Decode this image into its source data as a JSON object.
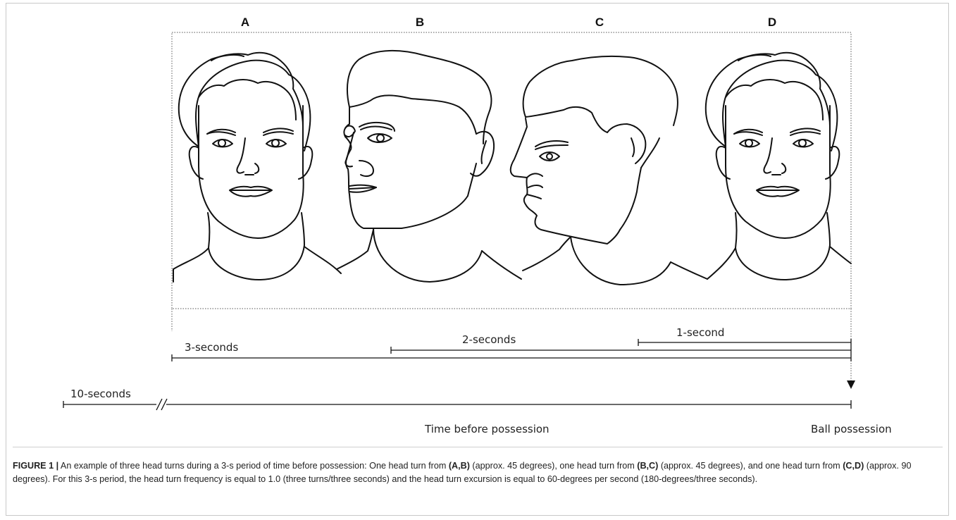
{
  "panels": [
    "A",
    "B",
    "C",
    "D"
  ],
  "timeline": {
    "three_seconds": "3-seconds",
    "two_seconds": "2-seconds",
    "one_second": "1-second",
    "ten_seconds": "10-seconds",
    "time_before_possession": "Time before possession",
    "ball_possession": "Ball possession"
  },
  "caption": {
    "title": "FIGURE 1 |",
    "part1": " An example of three head turns during a 3-s period of time before possession: One head turn from ",
    "ref1": "(A,B)",
    "part2": " (approx. 45 degrees), one head turn from ",
    "ref2": "(B,C)",
    "part3": " (approx. 45 degrees), and one head turn from ",
    "ref3": "(C,D)",
    "part4": " (approx. 90 degrees). For this 3-s period, the head turn frequency is equal to 1.0 (three turns/three seconds) and the head turn excursion is equal to 60-degrees per second (180-degrees/three seconds)."
  }
}
